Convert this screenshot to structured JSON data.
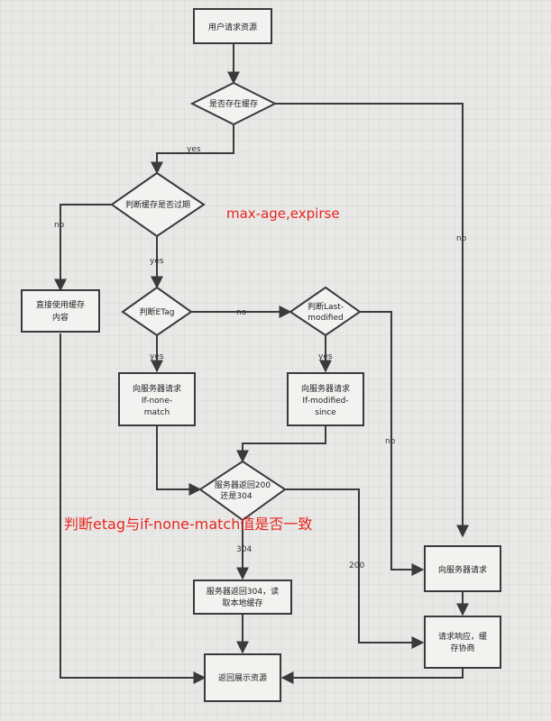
{
  "nodes": {
    "user_request": "用户请求资源",
    "is_cached": "是否存在缓存",
    "cache_expired": "判断缓存是否过期",
    "use_cache_directly": [
      "直接使用缓存",
      "内容"
    ],
    "check_etag": "判断ETag",
    "check_last_modified": [
      "判断Last-",
      "modified"
    ],
    "request_if_none_match": [
      "向服务器请求",
      "If-none-",
      "match"
    ],
    "request_if_modified_since": [
      "向服务器请求",
      "If-modified-",
      "since"
    ],
    "server_return_code": [
      "服务器返回200",
      "还是304"
    ],
    "request_server": "向服务器请求",
    "server_304": [
      "服务器返回304，读",
      "取本地缓存"
    ],
    "response_cache_negotiation": [
      "请求响应，缓",
      "存协商"
    ],
    "return_resource": "返回展示资源"
  },
  "edge_labels": {
    "cached_yes": "yes",
    "cached_no": "no",
    "expired_no": "no",
    "expired_yes": "yes",
    "etag_no": "no",
    "etag_yes": "yes",
    "lm_yes": "yes",
    "lm_no": "no",
    "code_304": "304",
    "code_200": "200"
  },
  "annotations": {
    "max_age": "max-age,expirse",
    "etag_compare": "判断etag与if-none-match值是否一致"
  },
  "colors": {
    "annotation": "#e8261f",
    "stroke": "#3a3a3a",
    "background": "#e8e8e6"
  }
}
